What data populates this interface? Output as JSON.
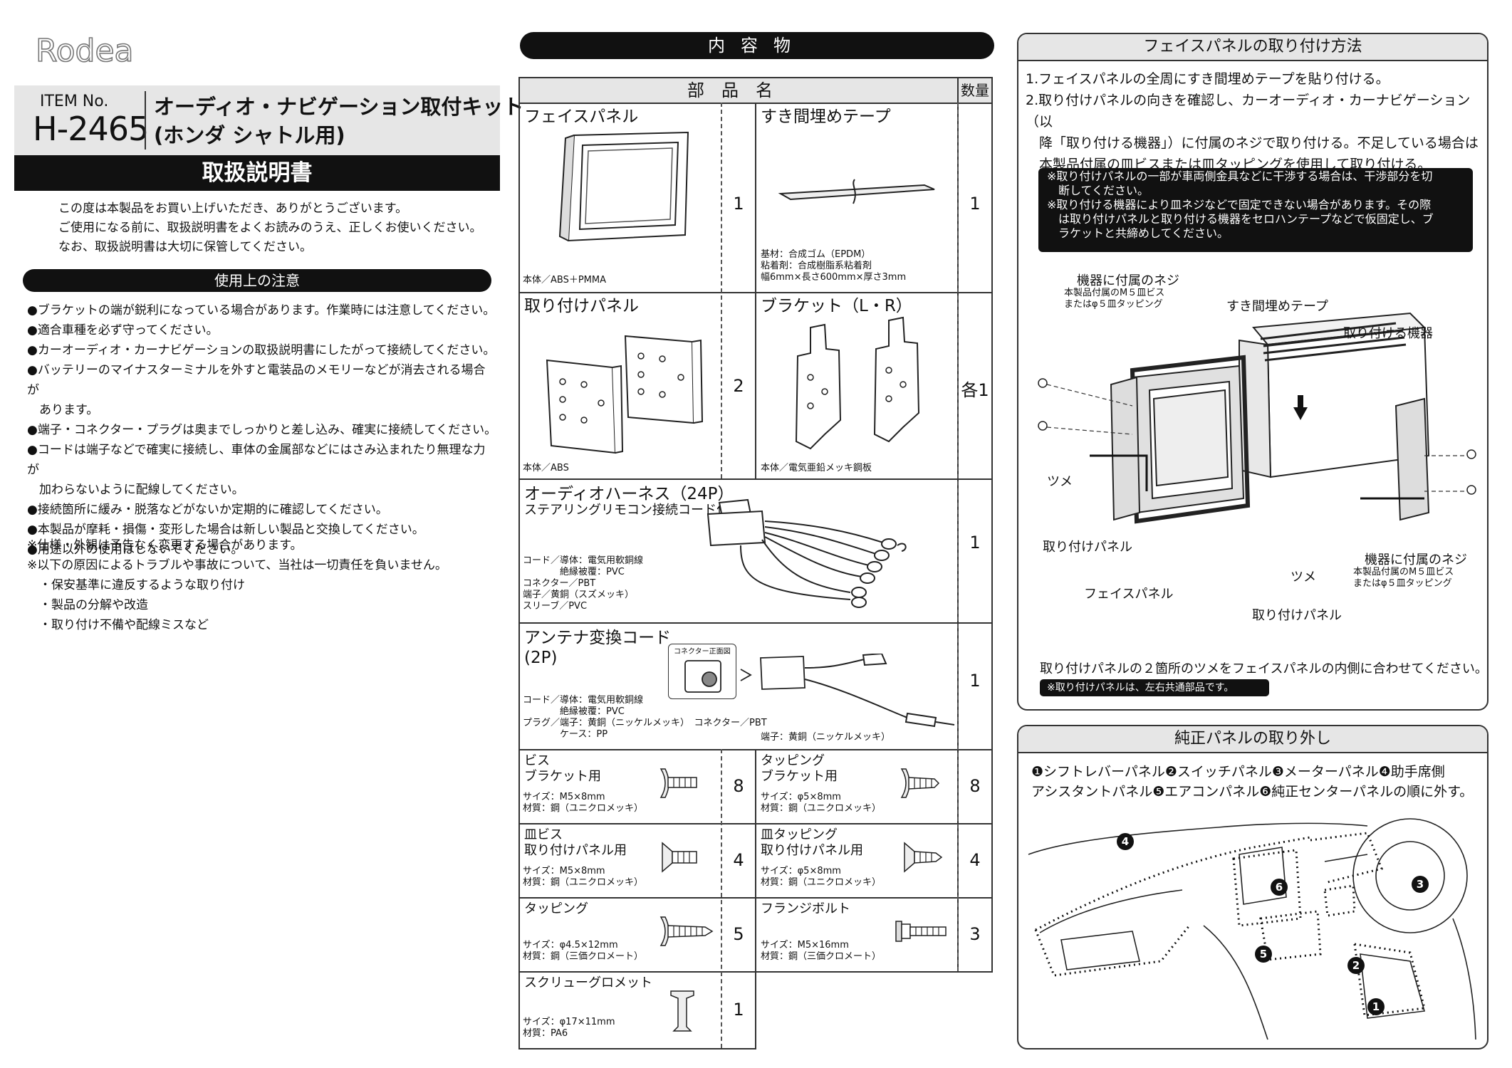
{
  "header": {
    "logo_text": "Rodea",
    "item_label": "ITEM No.",
    "item_number": "H-2465",
    "product_name_line1": "オーディオ・ナビゲーション取付キット",
    "product_name_line2": "(ホンダ シャトル用)",
    "manual_title": "取扱説明書"
  },
  "intro": [
    "この度は本製品をお買い上げいただき、ありがとうございます。",
    "ご使用になる前に、取扱説明書をよくお読みのうえ、正しくお使いください。",
    "なお、取扱説明書は大切に保管してください。"
  ],
  "cautions": {
    "title": "使用上の注意",
    "items": [
      "●ブラケットの端が鋭利になっている場合があります。作業時には注意してください。",
      "●適合車種を必ず守ってください。",
      "●カーオーディオ・カーナビゲーションの取扱説明書にしたがって接続してください。",
      "●バッテリーのマイナスターミナルを外すと電装品のメモリーなどが消去される場合が",
      "　あります。",
      "●端子・コネクター・プラグは奥までしっかりと差し込み、確実に接続してください。",
      "●コードは端子などで確実に接続し、車体の金属部などにはさみ込まれたり無理な力が",
      "　加わらないように配線してください。",
      "●接続箇所に緩み・脱落などがないか定期的に確認してください。",
      "●本製品が摩耗・損傷・変形した場合は新しい製品と交換してください。",
      "●用途以外の使用はしないでください。"
    ]
  },
  "notes": [
    "※仕様・外観は予告なく変更する場合があります。",
    "※以下の原因によるトラブルや事故について、当社は一切責任を負いません。",
    "　・保安基準に違反するような取り付け",
    "　・製品の分解や改造",
    "　・取り付け不備や配線ミスなど"
  ],
  "contents": {
    "title": "内容物",
    "col_parts": "部品名",
    "col_qty": "数量",
    "parts": {
      "face_panel": {
        "name": "フェイスパネル",
        "material": "本体／ABS＋PMMA",
        "qty": "1"
      },
      "gap_tape": {
        "name": "すき間埋めテープ",
        "material": "基材：合成ゴム（EPDM）\n粘着剤：合成樹脂系粘着剤\n幅6mm×長さ600mm×厚さ3mm",
        "qty": "1"
      },
      "mount_panel": {
        "name": "取り付けパネル",
        "material": "本体／ABS",
        "qty": "2"
      },
      "bracket": {
        "name": "ブラケット（L・R）",
        "material": "本体／電気亜鉛メッキ鋼板",
        "qty": "各1"
      },
      "audio_harness": {
        "name": "オーディオハーネス（24P）",
        "sub": "ステアリングリモコン接続コード付",
        "material": "コード／導体：電気用軟銅線\n　　　　絶縁被覆：PVC\nコネクター／PBT\n端子／黄銅（スズメッキ）\nスリーブ／PVC",
        "qty": "1"
      },
      "antenna_cord": {
        "name": "アンテナ変換コード\n(2P)",
        "connector_label": "コネクター正面図",
        "material": "コード／導体：電気用軟銅線\n　　　　絶縁被覆：PVC\nプラグ／端子：黄銅（ニッケルメッキ）　コネクター／PBT\n　　　　ケース：PP",
        "material2": "端子：黄銅（ニッケルメッキ）",
        "qty": "1"
      },
      "screw_bracket": {
        "name": "ビス\nブラケット用",
        "material": "サイズ：M5×8mm\n材質：鋼（ユニクロメッキ）",
        "qty": "8"
      },
      "tapping_bracket": {
        "name": "タッピング\nブラケット用",
        "material": "サイズ：φ5×8mm\n材質：鋼（ユニクロメッキ）",
        "qty": "8"
      },
      "flat_screw_panel": {
        "name": "皿ビス\n取り付けパネル用",
        "material": "サイズ：M5×8mm\n材質：鋼（ユニクロメッキ）",
        "qty": "4"
      },
      "flat_tapping_panel": {
        "name": "皿タッピング\n取り付けパネル用",
        "material": "サイズ：φ5×8mm\n材質：鋼（ユニクロメッキ）",
        "qty": "4"
      },
      "tapping": {
        "name": "タッピング",
        "material": "サイズ：φ4.5×12mm\n材質：鋼（三価クロメート）",
        "qty": "5"
      },
      "flange_bolt": {
        "name": "フランジボルト",
        "material": "サイズ：M5×16mm\n材質：鋼（三価クロメート）",
        "qty": "3"
      },
      "screw_grommet": {
        "name": "スクリューグロメット",
        "material": "サイズ：φ17×11mm\n材質：PA6",
        "qty": "1"
      }
    }
  },
  "face_panel_install": {
    "title": "フェイスパネルの取り付け方法",
    "steps": [
      "1.フェイスパネルの全周にすき間埋めテープを貼り付ける。",
      "2.取り付けパネルの向きを確認し、カーオーディオ・カーナビゲーション（以",
      "　降「取り付ける機器」）に付属のネジで取り付ける。不足している場合は",
      "　本製品付属の皿ビスまたは皿タッピングを使用して取り付ける。"
    ],
    "notes": [
      "※取り付けパネルの一部が車両側金具などに干渉する場合は、干渉部分を切",
      "　断してください。",
      "※取り付ける機器により皿ネジなどで固定できない場合があります。その際",
      "　は取り付けパネルと取り付ける機器をセロハンテープなどで仮固定し、ブ",
      "　ラケットと共締めしてください。"
    ],
    "labels": {
      "device_screw": "機器に付属のネジ",
      "device_screw_sub": "本製品付属のM５皿ビス\nまたはφ５皿タッピング",
      "gap_tape": "すき間埋めテープ",
      "device": "取り付ける機器",
      "tab_left": "ツメ",
      "mount_panel_left": "取り付けパネル",
      "face_panel": "フェイスパネル",
      "tab_right": "ツメ",
      "device_screw_right": "機器に付属のネジ",
      "device_screw_right_sub": "本製品付属のM５皿ビス\nまたはφ５皿タッピング",
      "mount_panel_right": "取り付けパネル"
    },
    "caption": "取り付けパネルの２箇所のツメをフェイスパネルの内側に合わせてください。",
    "badge": "※取り付けパネルは、左右共通部品です。"
  },
  "panel_removal": {
    "title": "純正パネルの取り外し",
    "text_line1": "❶シフトレバーパネル❷スイッチパネル❸メーターパネル❹助手席側",
    "text_line2": "アシスタントパネル❺エアコンパネル❻純正センターパネルの順に外す。",
    "markers": [
      "1",
      "2",
      "3",
      "4",
      "5",
      "6"
    ]
  }
}
